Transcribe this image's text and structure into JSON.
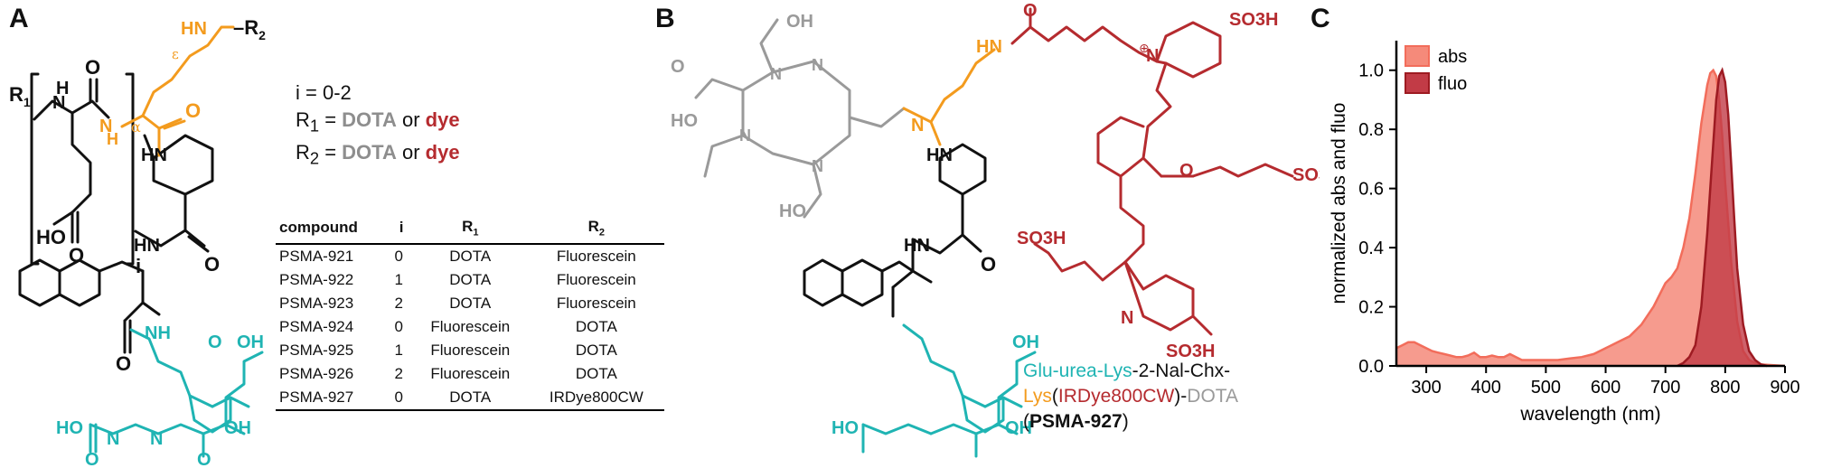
{
  "panels": {
    "a": "A",
    "b": "B",
    "c": "C"
  },
  "panelA": {
    "vars": {
      "i": "i = 0-2",
      "r1_prefix": "R",
      "r1_sub": "1",
      "r1_eq": " = ",
      "r2_prefix": "R",
      "r2_sub": "2",
      "or": " or ",
      "dota": "DOTA",
      "dye": "dye"
    },
    "table": {
      "headers": [
        "compound",
        "i",
        "R1",
        "R2"
      ],
      "rows": [
        [
          "PSMA-921",
          "0",
          "DOTA",
          "Fluorescein"
        ],
        [
          "PSMA-922",
          "1",
          "DOTA",
          "Fluorescein"
        ],
        [
          "PSMA-923",
          "2",
          "DOTA",
          "Fluorescein"
        ],
        [
          "PSMA-924",
          "0",
          "Fluorescein",
          "DOTA"
        ],
        [
          "PSMA-925",
          "1",
          "Fluorescein",
          "DOTA"
        ],
        [
          "PSMA-926",
          "2",
          "Fluorescein",
          "DOTA"
        ],
        [
          "PSMA-927",
          "0",
          "DOTA",
          "IRDye800CW"
        ]
      ]
    },
    "labels": {
      "nh_r2": "HN",
      "r2": "R",
      "r2sub": "2",
      "r1": "R",
      "r1sub": "1",
      "h": "H",
      "n": "N",
      "o": "O",
      "ho": "HO",
      "oh": "OH",
      "hn": "HN",
      "nh": "N",
      "i": "i",
      "alpha": "α",
      "eps": "ε"
    }
  },
  "panelB": {
    "caption": {
      "l1a": "Glu-urea-Lys",
      "l1b": "-2-Nal-Chx-",
      "l2a": "Lys",
      "l2b": "(",
      "l2c": "IRDye800CW",
      "l2d": ")-",
      "l2e": "DOTA",
      "l3a": "(",
      "l3b": "PSMA-927",
      "l3c": ")"
    },
    "labels": {
      "so3h": "SO3H",
      "oh": "OH",
      "ho": "HO",
      "hn": "HN",
      "n": "N",
      "o": "O",
      "h": "H",
      "plus": "⊕"
    }
  },
  "chart_data": {
    "type": "area",
    "title": "",
    "xlabel": "wavelength (nm)",
    "ylabel": "normalized abs and fluo",
    "xlim": [
      250,
      900
    ],
    "ylim": [
      0,
      1.1
    ],
    "xticks": [
      300,
      400,
      500,
      600,
      700,
      800,
      900
    ],
    "yticks": [
      0.0,
      0.2,
      0.4,
      0.6,
      0.8,
      1.0
    ],
    "ytick_labels": [
      "0.0",
      "0.2",
      "0.4",
      "0.6",
      "0.8",
      "1.0"
    ],
    "legend_position": "top-left",
    "series": [
      {
        "name": "abs",
        "color": "#f26d5b",
        "fill": "#f58a7a",
        "points": [
          [
            250,
            0.06
          ],
          [
            260,
            0.07
          ],
          [
            270,
            0.08
          ],
          [
            280,
            0.08
          ],
          [
            290,
            0.07
          ],
          [
            300,
            0.06
          ],
          [
            310,
            0.05
          ],
          [
            320,
            0.045
          ],
          [
            330,
            0.04
          ],
          [
            340,
            0.035
          ],
          [
            350,
            0.03
          ],
          [
            360,
            0.03
          ],
          [
            370,
            0.035
          ],
          [
            380,
            0.045
          ],
          [
            390,
            0.03
          ],
          [
            400,
            0.03
          ],
          [
            410,
            0.035
          ],
          [
            420,
            0.03
          ],
          [
            430,
            0.03
          ],
          [
            440,
            0.04
          ],
          [
            450,
            0.03
          ],
          [
            460,
            0.02
          ],
          [
            470,
            0.02
          ],
          [
            480,
            0.02
          ],
          [
            490,
            0.02
          ],
          [
            500,
            0.02
          ],
          [
            520,
            0.02
          ],
          [
            540,
            0.025
          ],
          [
            560,
            0.03
          ],
          [
            580,
            0.04
          ],
          [
            600,
            0.06
          ],
          [
            620,
            0.08
          ],
          [
            640,
            0.1
          ],
          [
            660,
            0.14
          ],
          [
            680,
            0.2
          ],
          [
            690,
            0.24
          ],
          [
            700,
            0.28
          ],
          [
            710,
            0.3
          ],
          [
            720,
            0.33
          ],
          [
            730,
            0.4
          ],
          [
            740,
            0.5
          ],
          [
            750,
            0.65
          ],
          [
            760,
            0.82
          ],
          [
            770,
            0.95
          ],
          [
            775,
            0.99
          ],
          [
            780,
            1.0
          ],
          [
            785,
            0.98
          ],
          [
            790,
            0.9
          ],
          [
            795,
            0.78
          ],
          [
            800,
            0.62
          ],
          [
            810,
            0.35
          ],
          [
            820,
            0.15
          ],
          [
            830,
            0.05
          ],
          [
            840,
            0.02
          ],
          [
            850,
            0.01
          ],
          [
            860,
            0.005
          ],
          [
            900,
            0.0
          ]
        ]
      },
      {
        "name": "fluo",
        "color": "#9e1b22",
        "fill": "#c23b46",
        "points": [
          [
            720,
            0.0
          ],
          [
            730,
            0.01
          ],
          [
            740,
            0.03
          ],
          [
            750,
            0.07
          ],
          [
            760,
            0.2
          ],
          [
            770,
            0.45
          ],
          [
            780,
            0.75
          ],
          [
            785,
            0.9
          ],
          [
            790,
            0.98
          ],
          [
            795,
            1.0
          ],
          [
            800,
            0.96
          ],
          [
            805,
            0.85
          ],
          [
            810,
            0.68
          ],
          [
            815,
            0.5
          ],
          [
            820,
            0.33
          ],
          [
            830,
            0.14
          ],
          [
            840,
            0.05
          ],
          [
            850,
            0.02
          ],
          [
            860,
            0.005
          ],
          [
            870,
            0.0
          ]
        ]
      }
    ]
  }
}
